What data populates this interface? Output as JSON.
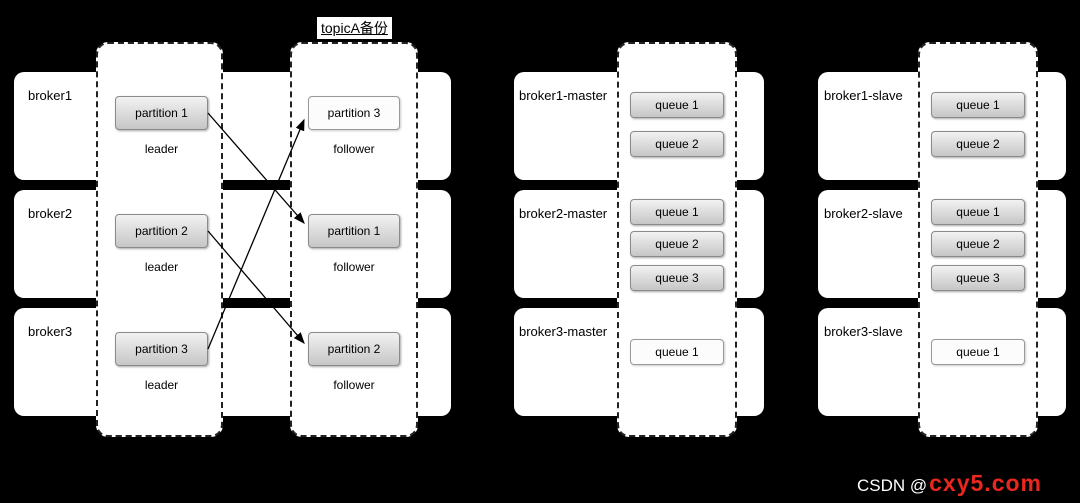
{
  "title": {
    "text": "topicA备份"
  },
  "kafka": {
    "captions": {
      "leader": "leader",
      "follower": "follower"
    },
    "brokers": [
      {
        "name": "broker1",
        "leader_partition": "partition 1",
        "follower_partition": "partition 3"
      },
      {
        "name": "broker2",
        "leader_partition": "partition 2",
        "follower_partition": "partition 1"
      },
      {
        "name": "broker3",
        "leader_partition": "partition 3",
        "follower_partition": "partition 2"
      }
    ]
  },
  "masters": [
    {
      "name": "broker1-master",
      "queues": [
        "queue 1",
        "queue 2"
      ]
    },
    {
      "name": "broker2-master",
      "queues": [
        "queue 1",
        "queue 2",
        "queue 3"
      ]
    },
    {
      "name": "broker3-master",
      "queues": [
        "queue 1"
      ]
    }
  ],
  "slaves": [
    {
      "name": "broker1-slave",
      "queues": [
        "queue 1",
        "queue 2"
      ]
    },
    {
      "name": "broker2-slave",
      "queues": [
        "queue 1",
        "queue 2",
        "queue 3"
      ]
    },
    {
      "name": "broker3-slave",
      "queues": [
        "queue 1"
      ]
    }
  ],
  "watermark": {
    "prefix": "CSDN @",
    "overlay": "cxy5.com"
  },
  "colors": {
    "background": "#000000",
    "box_white": "#ffffff",
    "box_gradient_top": "#f2f2f2",
    "box_gradient_bottom": "#c6c6c6",
    "dashed_border": "#222222",
    "watermark_red": "#e8281e"
  }
}
